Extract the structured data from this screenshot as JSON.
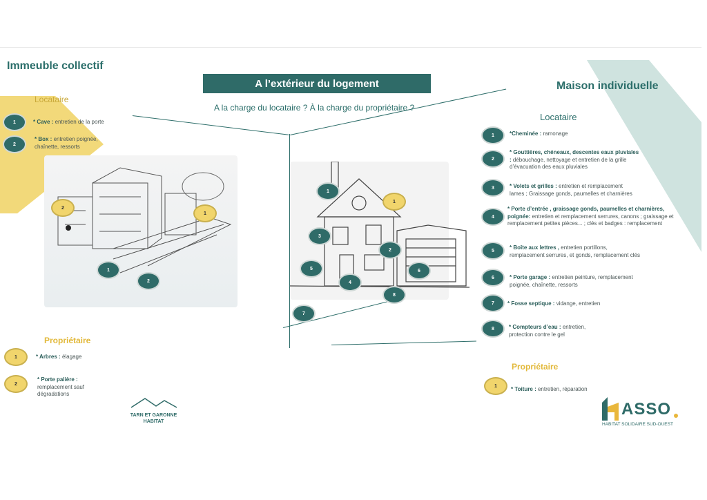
{
  "header": {
    "banner": "A l’extérieur du logement",
    "question": "A la charge du locataire ?  À la charge du propriétaire ?"
  },
  "left": {
    "title": "Immeuble collectif",
    "tenant_title": "Locataire",
    "tenant_items": [
      {
        "num": "1",
        "label": "* Cave :",
        "text": "entretien de la porte"
      },
      {
        "num": "2",
        "label": "* Box :",
        "text": "entretien poignée, chaînette, ressorts"
      }
    ],
    "owner_title": "Propriétaire",
    "owner_items": [
      {
        "num": "1",
        "label": "* Arbres :",
        "text": "élagage"
      },
      {
        "num": "2",
        "label": "* Porte palière :",
        "text": "remplacement sauf dégradations"
      }
    ],
    "image_markers": [
      "2",
      "1",
      "1",
      "2"
    ]
  },
  "center": {
    "image_markers": [
      "1",
      "1",
      "3",
      "2",
      "5",
      "4",
      "6",
      "8",
      "7"
    ]
  },
  "right": {
    "title": "Maison individuelle",
    "tenant_title": "Locataire",
    "tenant_items": [
      {
        "num": "1",
        "label": "*Cheminée :",
        "text": "ramonage"
      },
      {
        "num": "2",
        "label": "* Gouttières, chéneaux, descentes eaux pluviales :",
        "text": "débouchage, nettoyage et entretien de la grille d’évacuation des eaux pluviales"
      },
      {
        "num": "3",
        "label": "* Volets et grilles :",
        "text": "entretien et remplacement lames ; Graissage gonds, paumelles et charnières"
      },
      {
        "num": "4",
        "label": "* Porte d’entrée , graissage gonds, paumelles et charnières, poignée:",
        "text": "entretien et remplacement serrures, canons ; graissage et remplacement petites pièces... ; clés et badges : remplacement"
      },
      {
        "num": "5",
        "label": "* Boîte aux lettres ,",
        "text": "entretien portillons, remplacement serrures, et gonds, remplacement clés"
      },
      {
        "num": "6",
        "label": "* Porte garage :",
        "text": "entretien peinture, remplacement poignée, chaînette, ressorts"
      },
      {
        "num": "7",
        "label": "* Fosse septique :",
        "text": "vidange, entretien"
      },
      {
        "num": "8",
        "label": "* Compteurs d’eau :",
        "text": "entretien, protection contre le gel"
      }
    ],
    "owner_title": "Propriétaire",
    "owner_items": [
      {
        "num": "1",
        "label": "* Toiture :",
        "text": "entretien, réparation"
      }
    ]
  },
  "logos": {
    "tgh_line1": "TARN ET GARONNE",
    "tgh_line2": "HABITAT",
    "asso_name": "ASSO",
    "asso_tagline": "HABITAT SOLIDAIRE SUD-OUEST"
  },
  "colors": {
    "teal": "#2f6b68",
    "yellow": "#f1d56c",
    "pale_teal": "#cfe3df"
  }
}
